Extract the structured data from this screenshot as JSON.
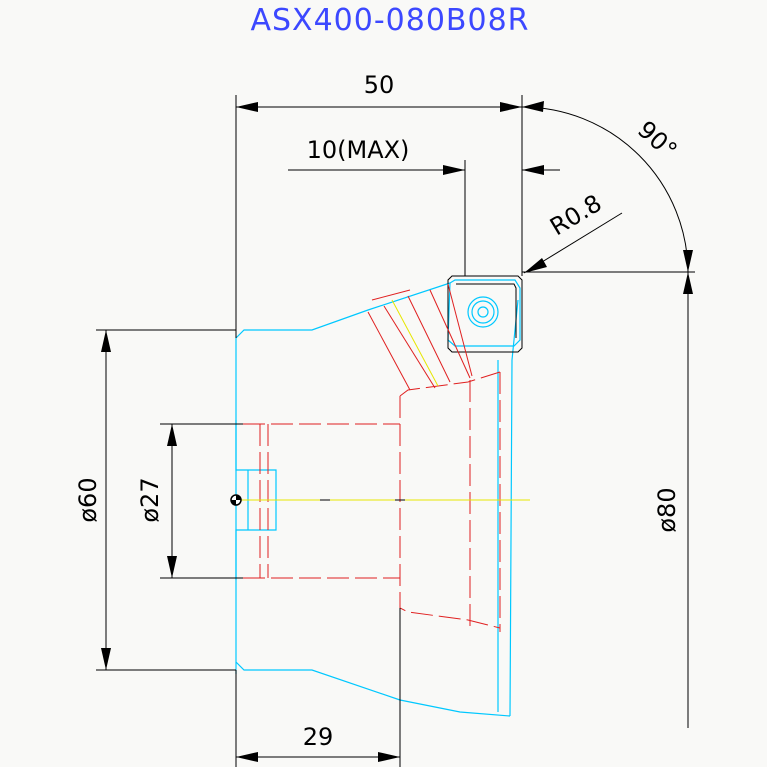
{
  "title": "ASX400-080B08R",
  "dimensions": {
    "overall_length": "50",
    "max_depth": "10(MAX)",
    "corner_radius": "R0.8",
    "lead_angle": "90°",
    "bore_diameter": "ø27",
    "hub_diameter": "ø60",
    "cutter_diameter": "ø80",
    "hub_length": "29"
  },
  "colors": {
    "dimension_lines": "#000000",
    "body_outline": "#00c8ff",
    "hidden_lines": "#e02020",
    "centerline": "#e6e600",
    "title": "#3c48ff"
  }
}
